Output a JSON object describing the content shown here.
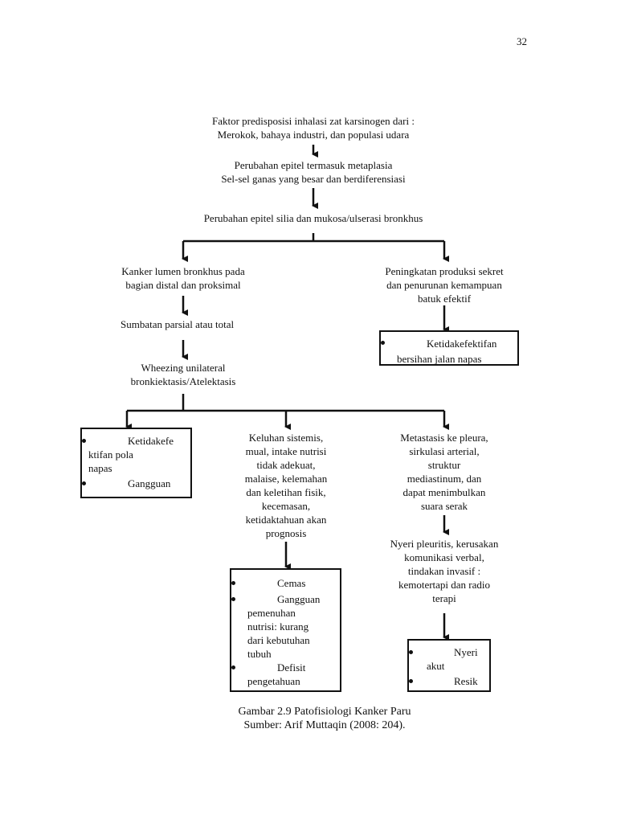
{
  "page_number": "32",
  "nodes": {
    "n1": [
      "Faktor predisposisi inhalasi zat karsinogen dari :",
      "Merokok, bahaya industri, dan populasi udara"
    ],
    "n2": [
      "Perubahan epitel termasuk metaplasia",
      "Sel-sel ganas yang besar dan berdiferensiasi"
    ],
    "n3": [
      "Perubahan epitel silia dan mukosa/ulserasi bronkhus"
    ],
    "n4": [
      "Kanker lumen bronkhus pada",
      "bagian distal dan proksimal"
    ],
    "n5": [
      "Peningkatan produksi sekret",
      "dan penurunan kemampuan",
      "batuk efektif"
    ],
    "n6": [
      "Sumbatan parsial atau total"
    ],
    "n7": [
      "Wheezing unilateral",
      "bronkiektasis/Atelektasis"
    ],
    "n8": [
      "Keluhan sistemis,",
      "mual, intake nutrisi",
      "tidak adekuat,",
      "malaise, kelemahan",
      "dan keletihan fisik,",
      "kecemasan,",
      "ketidaktahuan akan",
      "prognosis"
    ],
    "n9": [
      "Metastasis ke pleura,",
      "sirkulasi arterial,",
      "struktur",
      "mediastinum, dan",
      "dapat menimbulkan",
      "suara serak"
    ],
    "n10": [
      "Nyeri pleuritis, kerusakan",
      "komunikasi verbal,",
      "tindakan invasif :",
      "kemotertapi dan radio",
      "terapi"
    ]
  },
  "boxes": {
    "b1": [
      "Ketidakefektifan",
      "bersihan jalan napas"
    ],
    "b2": [
      "Ketidakefe",
      "ktifan pola",
      "napas",
      "Gangguan"
    ],
    "b3": [
      "Cemas",
      "Gangguan",
      "pemenuhan",
      "nutrisi: kurang",
      "dari kebutuhan",
      "tubuh",
      "Defisit",
      "pengetahuan"
    ],
    "b4": [
      "Nyeri",
      "akut",
      "Resik"
    ]
  },
  "caption": {
    "line1": "Gambar 2.9 Patofisiologi Kanker Paru",
    "line2": "Sumber: Arif Muttaqin (2008: 204)."
  }
}
